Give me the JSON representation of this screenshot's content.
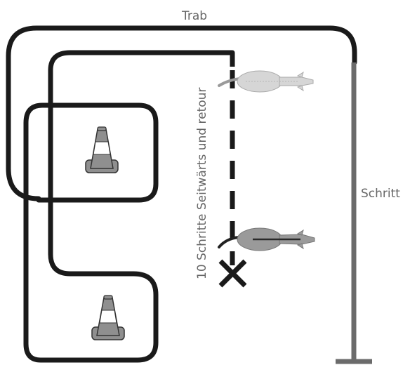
{
  "labels": {
    "trot": "Trab",
    "walk": "Schritt",
    "sidesteps": "10 Schritte Seitwärts und retour"
  },
  "icons": {
    "cone_top": "traffic-cone-icon",
    "cone_bottom": "traffic-cone-icon",
    "horse_top": "horse-icon",
    "horse_bottom": "horse-icon",
    "end_marker": "cross-marker-icon"
  },
  "colors": {
    "path": "#1a1a1a",
    "walk_line": "#6b6b6b",
    "text": "#666666",
    "cone": "#8f8f8f",
    "horse_light": "#d6d6d6",
    "horse_dark": "#9a9a9a"
  }
}
